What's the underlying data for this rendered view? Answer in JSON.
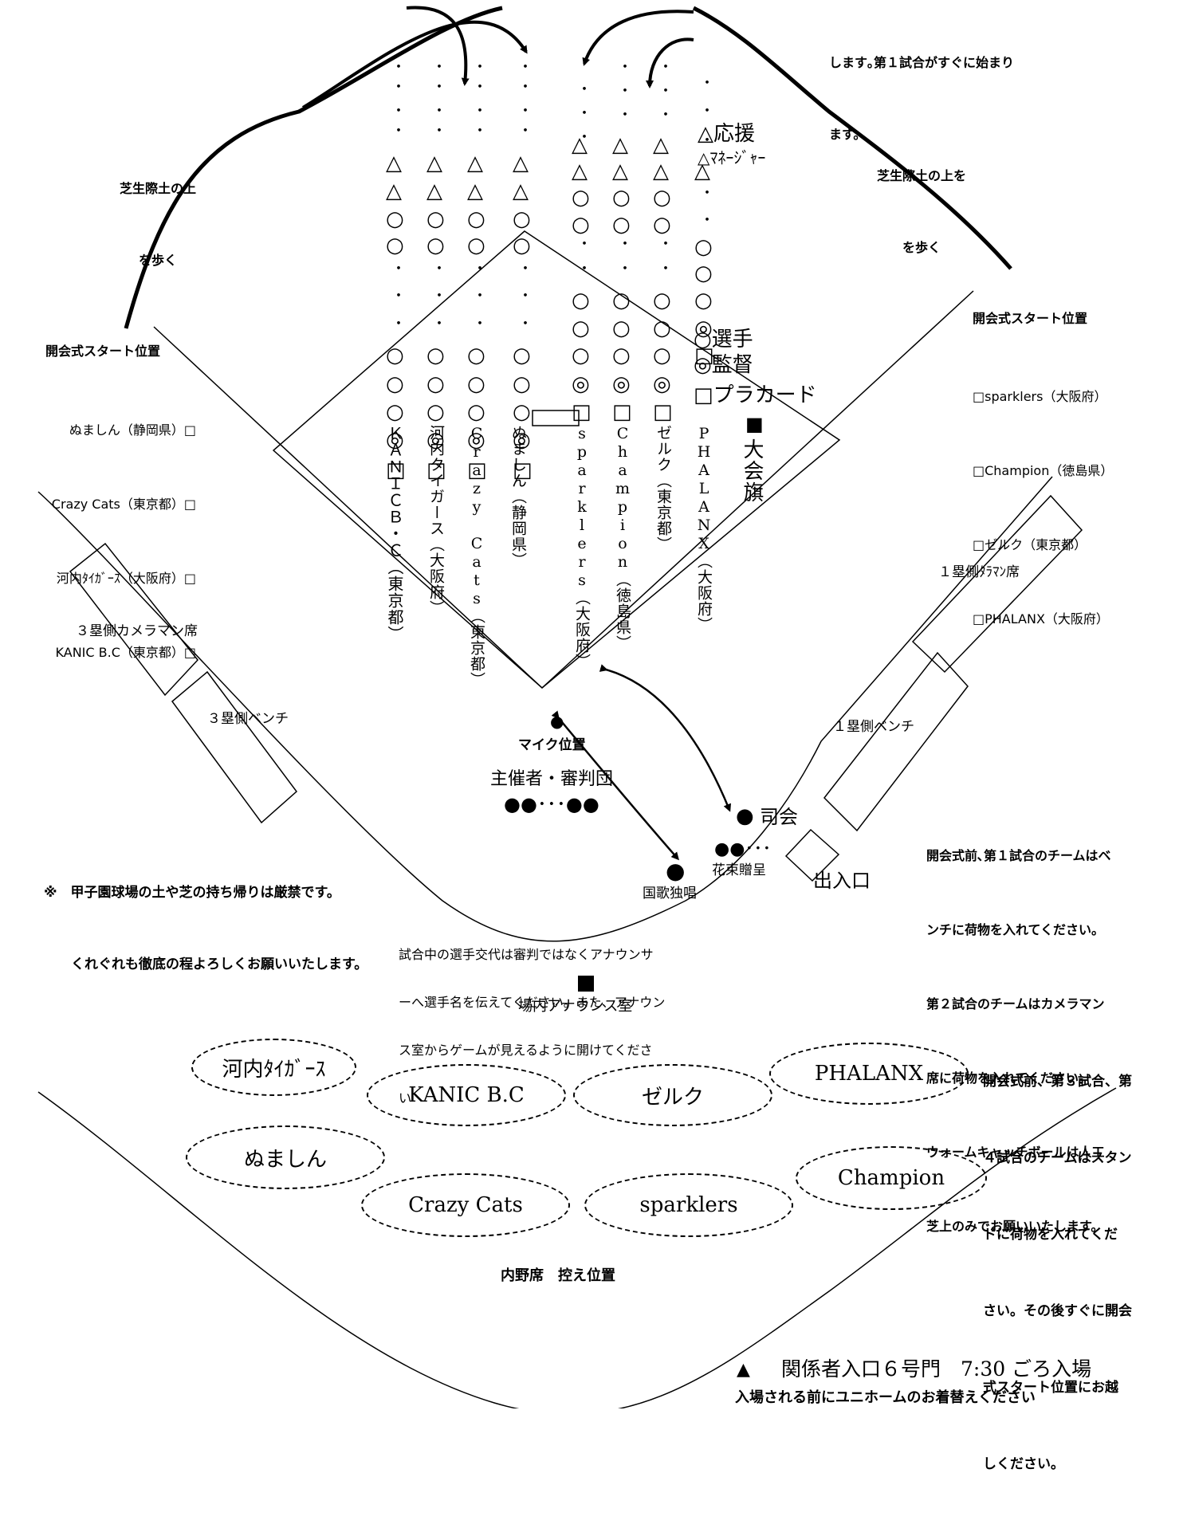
{
  "top_note": [
    "します｡第１試合がすぐに始まり",
    "ます。"
  ],
  "turf_left": [
    "芝生際土の上",
    "を歩く"
  ],
  "turf_right": [
    "芝生際土の上を",
    "を歩く"
  ],
  "left_start": {
    "title": "開会式スタート位置",
    "teams": [
      "ぬましん（静岡県）□",
      "Crazy Cats（東京都）□",
      "河内ﾀｲｶﾞｰｽ（大阪府）□",
      "KANIC B.C（東京都）□"
    ]
  },
  "right_start": {
    "title": "開会式スタート位置",
    "teams": [
      "□sparklers（大阪府）",
      "□Champion（徳島県）",
      "□ゼルク（東京都）",
      "□PHALANX（大阪府）"
    ]
  },
  "columns": [
    {
      "symbols": [
        "・",
        "・",
        "・",
        "・",
        "△",
        "△",
        "○",
        "○",
        "・",
        "・",
        "・",
        "○",
        "○",
        "○",
        "◎",
        "□"
      ]
    },
    {
      "symbols": [
        "・",
        "・",
        "・",
        "・",
        "△",
        "△",
        "○",
        "○",
        "・",
        "・",
        "・",
        "○",
        "○",
        "○",
        "◎",
        "□"
      ]
    },
    {
      "symbols": [
        "・",
        "・",
        "・",
        "・",
        "△",
        "△",
        "○",
        "○",
        "・",
        "・",
        "・",
        "○",
        "○",
        "○",
        "◎",
        "□"
      ]
    },
    {
      "symbols": [
        "・",
        "・",
        "・",
        "・",
        "△",
        "△",
        "○",
        "○",
        "・",
        "・",
        "・",
        "○",
        "○",
        "○",
        "◎",
        "□"
      ]
    },
    {
      "symbols": [
        "・",
        "・",
        "・",
        "△",
        "△",
        "○",
        "○",
        "・",
        "・",
        "○",
        "○",
        "○",
        "◎",
        "□"
      ]
    },
    {
      "symbols": [
        "・",
        "・",
        "・",
        "△",
        "△",
        "○",
        "○",
        "・",
        "・",
        "○",
        "○",
        "○",
        "◎",
        "□"
      ]
    },
    {
      "symbols": [
        "・",
        "・",
        "・",
        "△",
        "△",
        "○",
        "○",
        "・",
        "・",
        "○",
        "○",
        "○",
        "◎",
        "□"
      ]
    },
    {
      "symbols": [
        "・",
        "・",
        "・",
        "△",
        "・",
        "・",
        "○",
        "○",
        "○",
        "◎",
        "□"
      ]
    }
  ],
  "team_labels": [
    "ＫＡＮＩＣＢ・Ｃ（東京都）",
    "河内タイガース（大阪府）",
    "Crazy Cats（東京都）",
    "ぬましん（静岡県）",
    "sparklers（大阪府）",
    "Champion（徳島県）",
    "ゼルク（東京都）",
    "PHALANX（大阪府）"
  ],
  "legend": {
    "support": "△応援",
    "manager_role": "△ﾏﾈｰｼﾞｬｰ",
    "player": "○選手",
    "director": "◎監督",
    "placard": "□プラカード"
  },
  "flag_mark": "■",
  "flag_label": "大会旗",
  "camera3": "３塁側カメラマン席",
  "bench3": "３塁側ベンチ",
  "camera1": "１塁側ﾀﾗﾏﾝ席",
  "bench1": "１塁側ベンチ",
  "mic_label": "マイク位置",
  "organizers": {
    "label": "主催者・審判団",
    "dots": "●●･･･●●"
  },
  "mc": {
    "dot": "●",
    "label": "司会"
  },
  "bouquet": {
    "dots": "●●･･･",
    "label": "花束贈呈"
  },
  "anthem": {
    "dot": "●",
    "label": "国歌独唱"
  },
  "entrance": "出入口",
  "warning": [
    "※　甲子園球場の土や芝の持ち帰りは厳禁です。",
    "　　くれぐれも徹底の程よろしくお願いいたします。"
  ],
  "bench_note": [
    "開会式前､第１試合のチームはベ",
    "ンチに荷物を入れてください。",
    "第２試合のチームはカメラマン",
    "席に荷物を入れてください。",
    "ウォームキャッチボールは人工",
    "芝上のみでお願いいたします。"
  ],
  "announce_note": [
    "試合中の選手交代は審判ではなくアナウンサ",
    "ーへ選手名を伝えてください。また、アナウン",
    "ス室からゲームが見えるように開けてくださ",
    "い"
  ],
  "announce_room": "場内アナウンス室",
  "stand_note": [
    "開会式前、第３試合、第",
    "４試合のチームはスタン",
    "ドに荷物を入れてくだ",
    "さい。その後すぐに開会",
    "式スタート位置にお越",
    "しください。"
  ],
  "waiting_areas": [
    "河内ﾀｲｶﾞｰｽ",
    "KANIC B.C",
    "ゼルク",
    "PHALANX",
    "ぬましん",
    "Crazy Cats",
    "sparklers",
    "Champion"
  ],
  "infield_seats": "内野席　控え位置",
  "gate": {
    "mark": "▲",
    "text": "関係者入口６号門　7:30 ごろ入場"
  },
  "uniform_note": "入場される前にユニホームのお着替えください"
}
